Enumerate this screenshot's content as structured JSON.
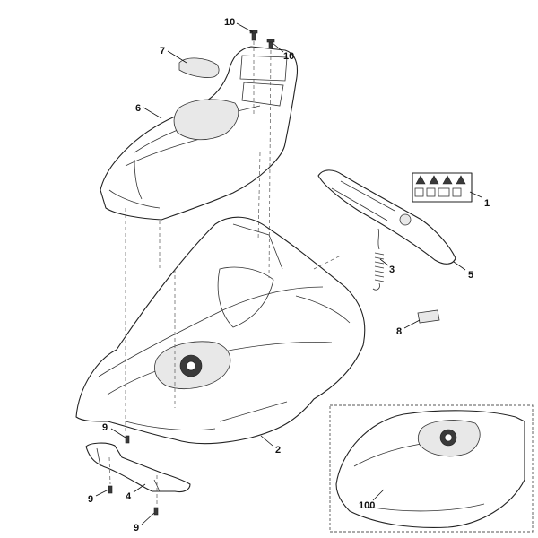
{
  "diagram": {
    "callouts": {
      "c1": "1",
      "c2": "2",
      "c3": "3",
      "c4": "4",
      "c5": "5",
      "c6": "6",
      "c7": "7",
      "c8": "8",
      "c9a": "9",
      "c9b": "9",
      "c9c": "9",
      "c10a": "10",
      "c10b": "10",
      "c100": "100"
    },
    "colors": {
      "line": "#222222",
      "background": "#ffffff"
    }
  }
}
